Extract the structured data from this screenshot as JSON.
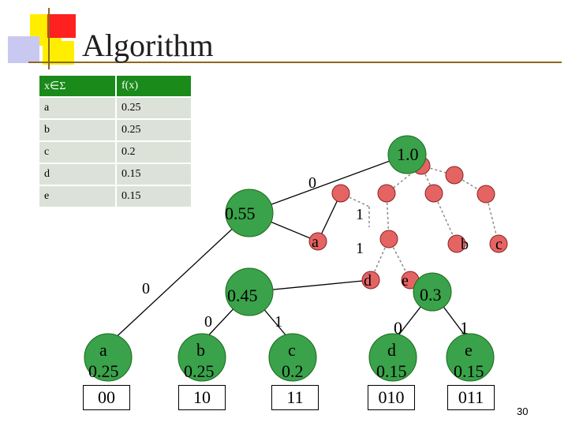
{
  "title": "Algorithm",
  "table": {
    "header": [
      "x∈Σ",
      "f(x)"
    ],
    "rows": [
      {
        "symbol": "a",
        "freq": "0.25"
      },
      {
        "symbol": "b",
        "freq": "0.25"
      },
      {
        "symbol": "c",
        "freq": "0.2"
      },
      {
        "symbol": "d",
        "freq": "0.15"
      },
      {
        "symbol": "e",
        "freq": "0.15"
      }
    ]
  },
  "tree": {
    "root": "1.0",
    "internal": [
      "0.55",
      "0.45",
      "0.3"
    ],
    "leaf_labels": [
      "a",
      "b",
      "c",
      "d",
      "e"
    ],
    "edge_bits": [
      "0",
      "1",
      "1",
      "0",
      "0",
      "1",
      "0",
      "1"
    ]
  },
  "leaves": [
    {
      "symbol": "a",
      "freq": "0.25",
      "code": "00"
    },
    {
      "symbol": "b",
      "freq": "0.25",
      "code": "10"
    },
    {
      "symbol": "c",
      "freq": "0.2",
      "code": "11"
    },
    {
      "symbol": "d",
      "freq": "0.15",
      "code": "010"
    },
    {
      "symbol": "e",
      "freq": "0.15",
      "code": "011"
    }
  ],
  "page_number": "30",
  "colors": {
    "node_green": "#3aa24a",
    "node_red": "#e46464",
    "header_green": "#1a8a1a",
    "cell_bg": "#dde2d8",
    "deco_red": "#ff2020",
    "deco_yellow": "#ffee00",
    "deco_violet": "#c8c8f0"
  }
}
